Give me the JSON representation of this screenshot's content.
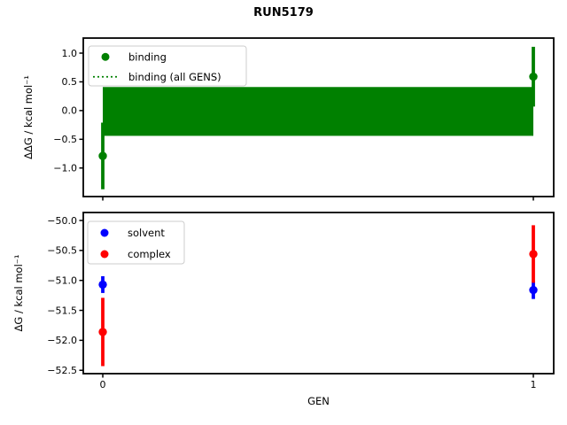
{
  "figure": {
    "title": "RUN5179",
    "background": "#ffffff",
    "text_color": "#000000",
    "legend_border_color": "#cccccc"
  },
  "chart_data": [
    {
      "id": "ddg-vs-gen",
      "type": "scatter",
      "title": "",
      "xlabel": "",
      "ylabel": "ΔΔG / kcal mol⁻¹",
      "grid": false,
      "xlim": [
        -0.0453,
        1.0473
      ],
      "ylim": [
        -1.497,
        1.262
      ],
      "yticks": [
        {
          "v": 1.0,
          "label": "1.0"
        },
        {
          "v": 0.5,
          "label": "0.5"
        },
        {
          "v": 0.0,
          "label": "0.0"
        },
        {
          "v": -0.5,
          "label": "−0.5"
        },
        {
          "v": -1.0,
          "label": "−1.0"
        }
      ],
      "xticks": [
        {
          "v": 0,
          "label": "0"
        },
        {
          "v": 1,
          "label": "1"
        }
      ],
      "show_xticklabels": false,
      "band": {
        "label": "binding (all GENS)",
        "color": "#008000",
        "x_from": 0,
        "x_to": 1,
        "y_low": -0.44,
        "y_high": 0.41
      },
      "series": [
        {
          "name": "binding",
          "color": "#008000",
          "marker": "circle",
          "x": [
            0,
            1
          ],
          "y": [
            -0.79,
            0.59
          ],
          "yerr": [
            0.58,
            0.52
          ]
        }
      ],
      "legend": {
        "position": "upper left",
        "entries": [
          {
            "label": "binding",
            "marker": "dot",
            "color": "#008000"
          },
          {
            "label": "binding (all GENS)",
            "marker": "dotted-line",
            "color": "#008000"
          }
        ]
      }
    },
    {
      "id": "dg-vs-gen",
      "type": "scatter",
      "title": "",
      "xlabel": "GEN",
      "ylabel": "ΔG / kcal mol⁻¹",
      "grid": false,
      "xlim": [
        -0.0453,
        1.0473
      ],
      "ylim": [
        -52.556,
        -49.867
      ],
      "yticks": [
        {
          "v": -50.0,
          "label": "−50.0"
        },
        {
          "v": -50.5,
          "label": "−50.5"
        },
        {
          "v": -51.0,
          "label": "−51.0"
        },
        {
          "v": -51.5,
          "label": "−51.5"
        },
        {
          "v": -52.0,
          "label": "−52.0"
        },
        {
          "v": -52.5,
          "label": "−52.5"
        }
      ],
      "xticks": [
        {
          "v": 0,
          "label": "0"
        },
        {
          "v": 1,
          "label": "1"
        }
      ],
      "show_xticklabels": true,
      "series": [
        {
          "name": "solvent",
          "color": "#0000ff",
          "marker": "circle",
          "x": [
            0,
            1
          ],
          "y": [
            -51.07,
            -51.16
          ],
          "yerr": [
            0.14,
            0.15
          ]
        },
        {
          "name": "complex",
          "color": "#ff0000",
          "marker": "circle",
          "x": [
            0,
            1
          ],
          "y": [
            -51.86,
            -50.56
          ],
          "yerr": [
            0.57,
            0.48
          ]
        }
      ],
      "legend": {
        "position": "upper left",
        "entries": [
          {
            "label": "solvent",
            "marker": "dot",
            "color": "#0000ff"
          },
          {
            "label": "complex",
            "marker": "dot",
            "color": "#ff0000"
          }
        ]
      }
    }
  ]
}
